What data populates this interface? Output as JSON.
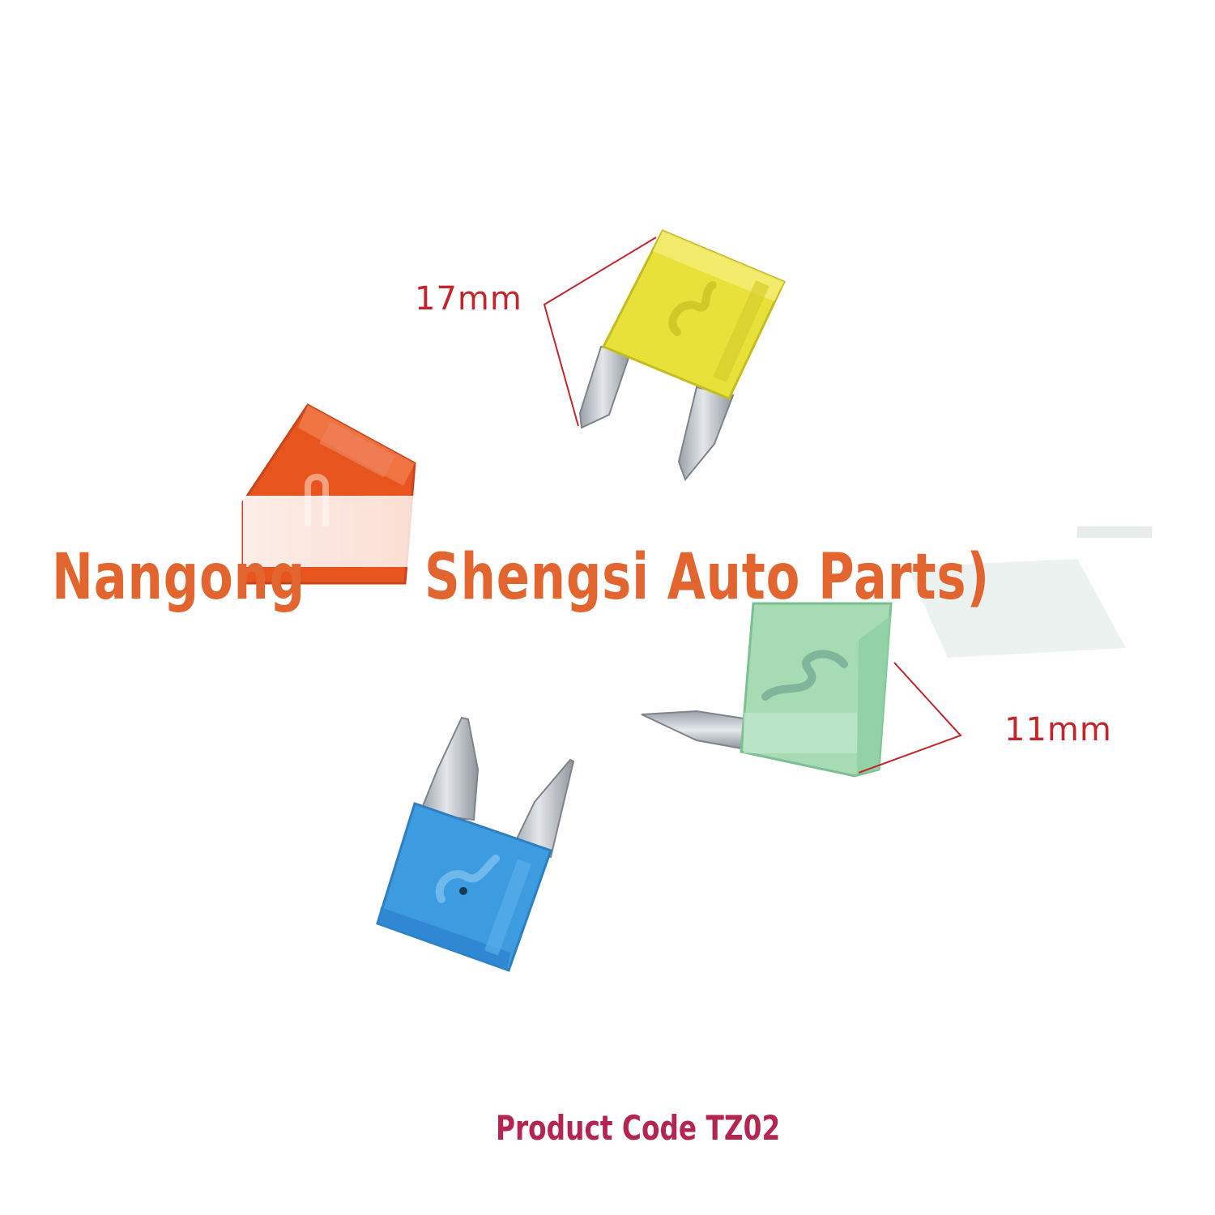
{
  "watermark": {
    "left": "Nangong",
    "right": "Shengsi Auto Parts)",
    "color": "#e2652f"
  },
  "dimensions": {
    "length": "17mm",
    "width": "11mm",
    "color": "#c0262c"
  },
  "product_code": {
    "text": "Product Code TZ02",
    "color": "#b3264f"
  },
  "fuses": [
    {
      "name": "yellow",
      "color": "#e8e13a"
    },
    {
      "name": "orange",
      "color": "#e8541e"
    },
    {
      "name": "green",
      "color": "#a6dbb4"
    },
    {
      "name": "blue",
      "color": "#3d9be0"
    }
  ]
}
